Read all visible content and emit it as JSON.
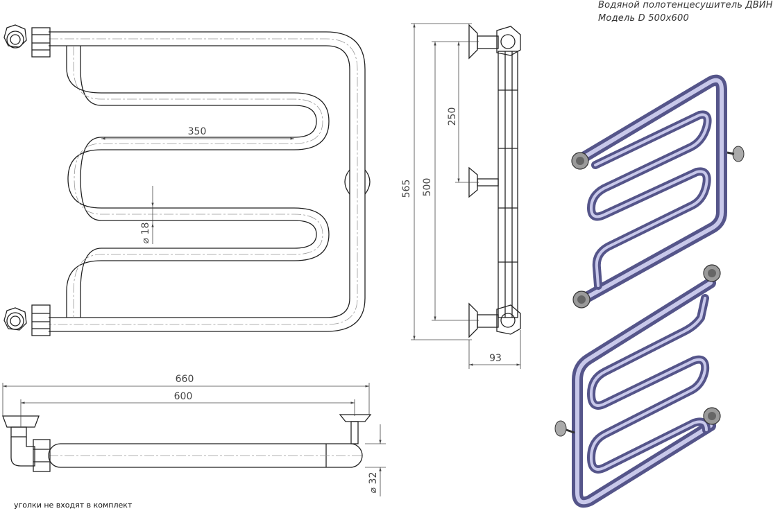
{
  "title": {
    "line1": "Водяной полотенцесушитель ДВИН",
    "line2": "Модель D 500x600"
  },
  "footnote": "уголки не входят в комплект",
  "dimensions": {
    "inner_width": "350",
    "pipe_diameter": "⌀ 18",
    "total_height": "565",
    "center_height": "500",
    "mount_offset": "250",
    "depth": "93",
    "total_width": "660",
    "center_width": "600",
    "main_pipe_diameter": "⌀ 32"
  },
  "colors": {
    "line": "#222222",
    "dimension": "#444444",
    "render_pipe": "#8f8fc8"
  }
}
